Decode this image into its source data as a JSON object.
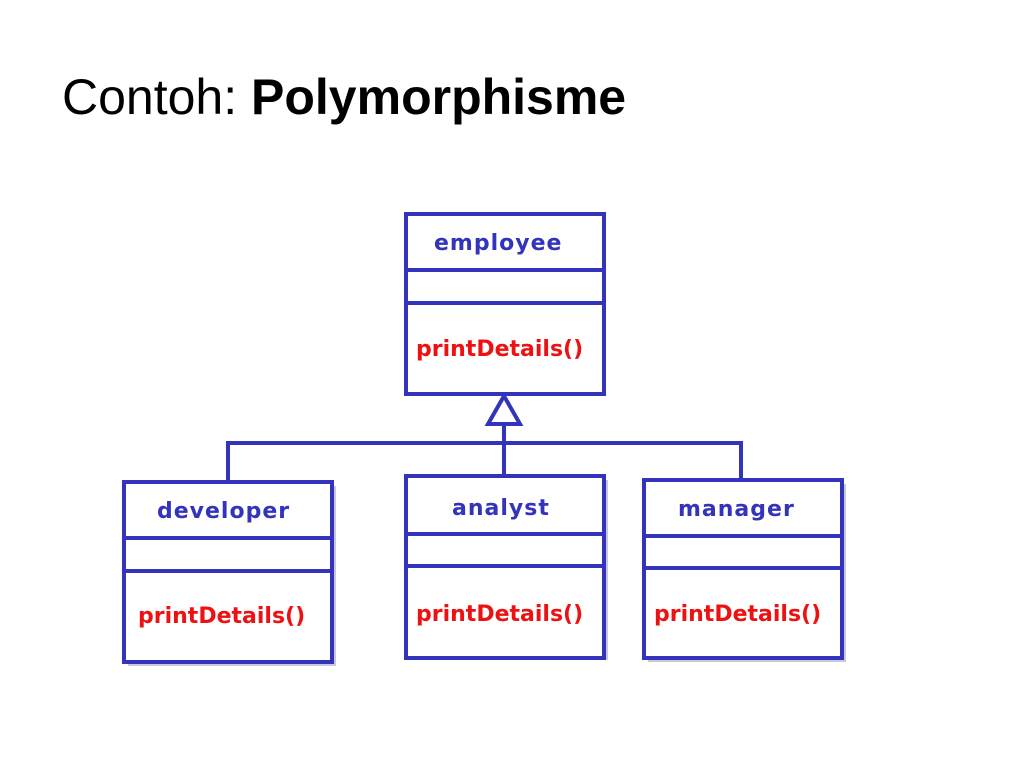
{
  "slide": {
    "title_prefix": "Contoh: ",
    "title_main": "Polymorphisme"
  },
  "diagram": {
    "parent": {
      "name": "employee",
      "method": "printDetails()"
    },
    "children": [
      {
        "name": "developer",
        "method": "printDetails()"
      },
      {
        "name": "analyst",
        "method": "printDetails()"
      },
      {
        "name": "manager",
        "method": "printDetails()"
      }
    ],
    "colors": {
      "border": "#3333bb",
      "class_name": "#3333bb",
      "method": "#ee1111"
    }
  }
}
